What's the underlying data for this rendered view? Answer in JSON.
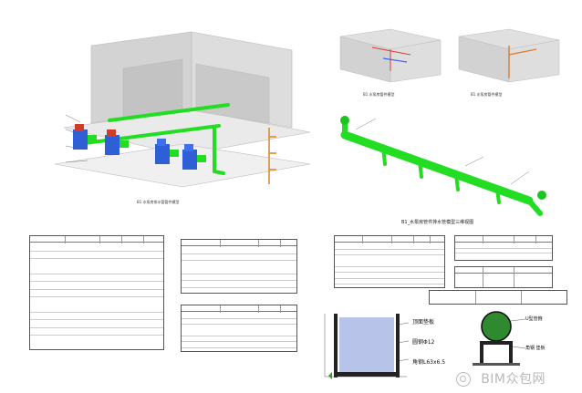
{
  "captions": {
    "main_model": "B1 水泵房排水管管件模型",
    "right_small_1": "B1 水泵房管件模型",
    "right_small_2": "B1 水泵房管件模型",
    "pipe_model": "B1_水泵房管件排水管模型三维视图"
  },
  "detail_left": {
    "labels": [
      "顶面垫板",
      "圆钢Φ12",
      "角钢L63x6.5"
    ]
  },
  "detail_right": {
    "labels": [
      "U型管箍",
      "角钢 垫板"
    ]
  },
  "watermark": {
    "text": "BIM众包网"
  },
  "colors": {
    "pipe_green": "#22dd22",
    "pump_blue": "#2f5fd6",
    "pump_red": "#d23a2a",
    "ghost_gray": "#c8c8c8"
  }
}
